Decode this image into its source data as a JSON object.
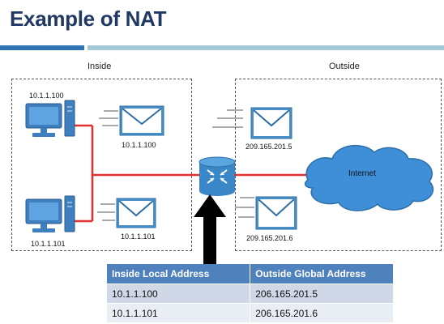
{
  "slide": {
    "title": "Example of NAT"
  },
  "zones": {
    "inside_label": "Inside",
    "outside_label": "Outside"
  },
  "hosts": {
    "host_a_ip": "10.1.1.100",
    "host_b_ip": "10.1.1.101"
  },
  "packets": {
    "inside_top_ip": "10.1.1.100",
    "inside_bottom_ip": "10.1.1.101",
    "outside_top_ip": "209.165.201.5",
    "outside_bottom_ip": "209.165.201.6"
  },
  "cloud": {
    "label": "Internet"
  },
  "nat_table": {
    "headers": [
      "Inside Local Address",
      "Outside Global Address"
    ],
    "rows": [
      [
        "10.1.1.100",
        "206.165.201.5"
      ],
      [
        "10.1.1.101",
        "206.165.201.6"
      ]
    ]
  },
  "colors": {
    "title": "#1f3864",
    "link": "#e03030",
    "accent_bar": "#2e75b6",
    "accent_bar_light": "#a5c8d4",
    "envelope": "#4a90c8",
    "table_header": "#4f81bd"
  }
}
